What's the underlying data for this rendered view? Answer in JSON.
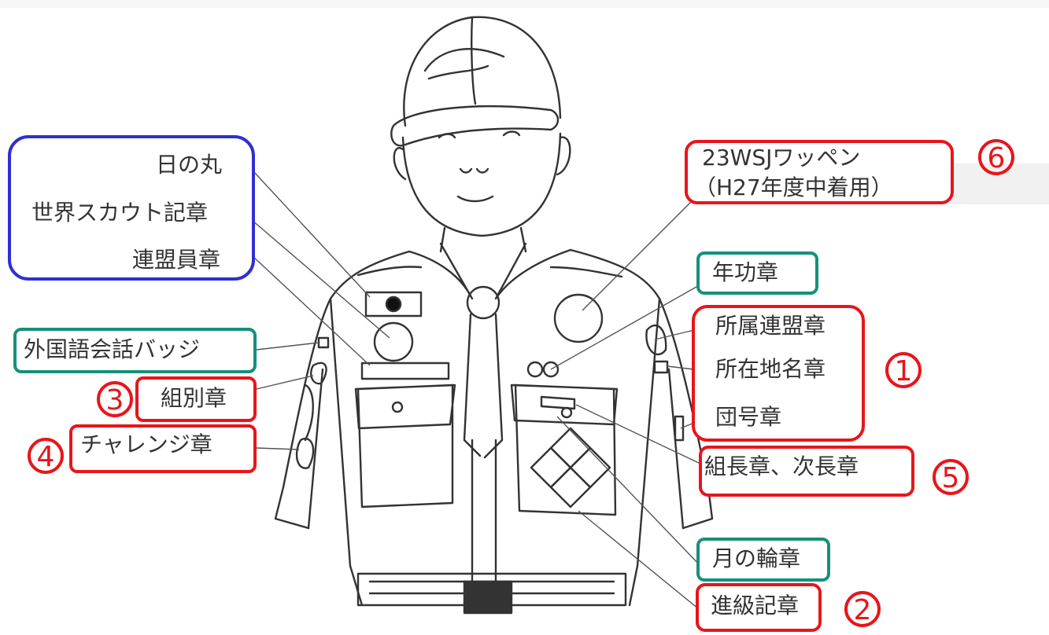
{
  "labels": {
    "hinomaru": "日の丸",
    "world_scout": "世界スカウト記章",
    "renmei_in": "連盟員章",
    "foreign_lang": "外国語会話バッジ",
    "kumibetsu": "組別章",
    "challenge": "チャレンジ章",
    "wsj_line1": "23WSJワッペン",
    "wsj_line2": "（H27年度中着用）",
    "nenko": "年功章",
    "shozoku": "所属連盟章",
    "shozaichi": "所在地名章",
    "dango": "団号章",
    "kumicho": "組長章、次長章",
    "tsuki": "月の輪章",
    "shinkyu": "進級記章"
  },
  "numbers": {
    "n1": "1",
    "n2": "2",
    "n3": "3",
    "n4": "4",
    "n5": "5",
    "n6": "6"
  },
  "colors": {
    "red": "#e8151b",
    "blue": "#2f2fd1",
    "teal": "#16907a",
    "line": "#333333"
  }
}
